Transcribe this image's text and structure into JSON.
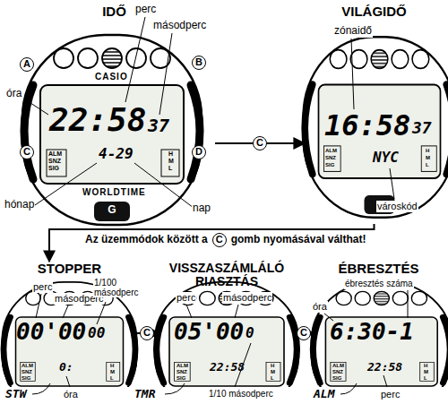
{
  "diagram": {
    "nodes": [
      {
        "text": [
          "IDŐ"
        ]
      },
      {
        "text": [
          "VILÁGIDŐ"
        ]
      },
      {
        "text": [
          "STOPPER"
        ]
      },
      {
        "text": [
          "VISSZASZÁMLÁLÓ RIASZTÁS"
        ]
      },
      {
        "text": [
          "ÉBRESZTÉS"
        ]
      }
    ],
    "edges": [
      {
        "from": 0,
        "to": 1,
        "arrow": "to",
        "label": "C"
      },
      {
        "from": 1,
        "to": 2,
        "arrow": "to"
      },
      {
        "from": 2,
        "to": 3,
        "arrow": "to",
        "label": "C"
      },
      {
        "from": 3,
        "to": 4,
        "arrow": "to",
        "label": "C"
      }
    ],
    "labels": [
      "perc",
      "másodperc",
      "óra",
      "hónap",
      "nap",
      "CASIO",
      "22:58",
      "37",
      "4-29",
      "ALM",
      "SNZ",
      "SIG",
      "H",
      "M",
      "L",
      "WORLDTIME",
      "A",
      "B",
      "C",
      "D",
      "G",
      "zónaidő",
      "16:58",
      "37",
      "ALM",
      "SNZ",
      "SIG",
      "H",
      "M",
      "L",
      "NYC",
      "városkód",
      "Az üzemmódok között a",
      "C",
      "gomb nyomásával válthat!",
      "perc",
      "másodperc",
      "1/100 másodperc",
      "00'00",
      "00",
      "ALM",
      "SNZ",
      "SIG",
      "H",
      "M",
      "L",
      "0:",
      "óra",
      "STW",
      "perc",
      "másodperc",
      "05'00",
      "0",
      "ALM",
      "SNZ",
      "SIG",
      "H",
      "M",
      "L",
      "22:58",
      "TMR",
      "1/10 másodperc",
      "ébresztés száma",
      "óra",
      "6:30-1",
      "ALM",
      "SNZ",
      "SIG",
      "H",
      "M",
      "L",
      "22:58",
      "perc",
      "ALM"
    ]
  }
}
